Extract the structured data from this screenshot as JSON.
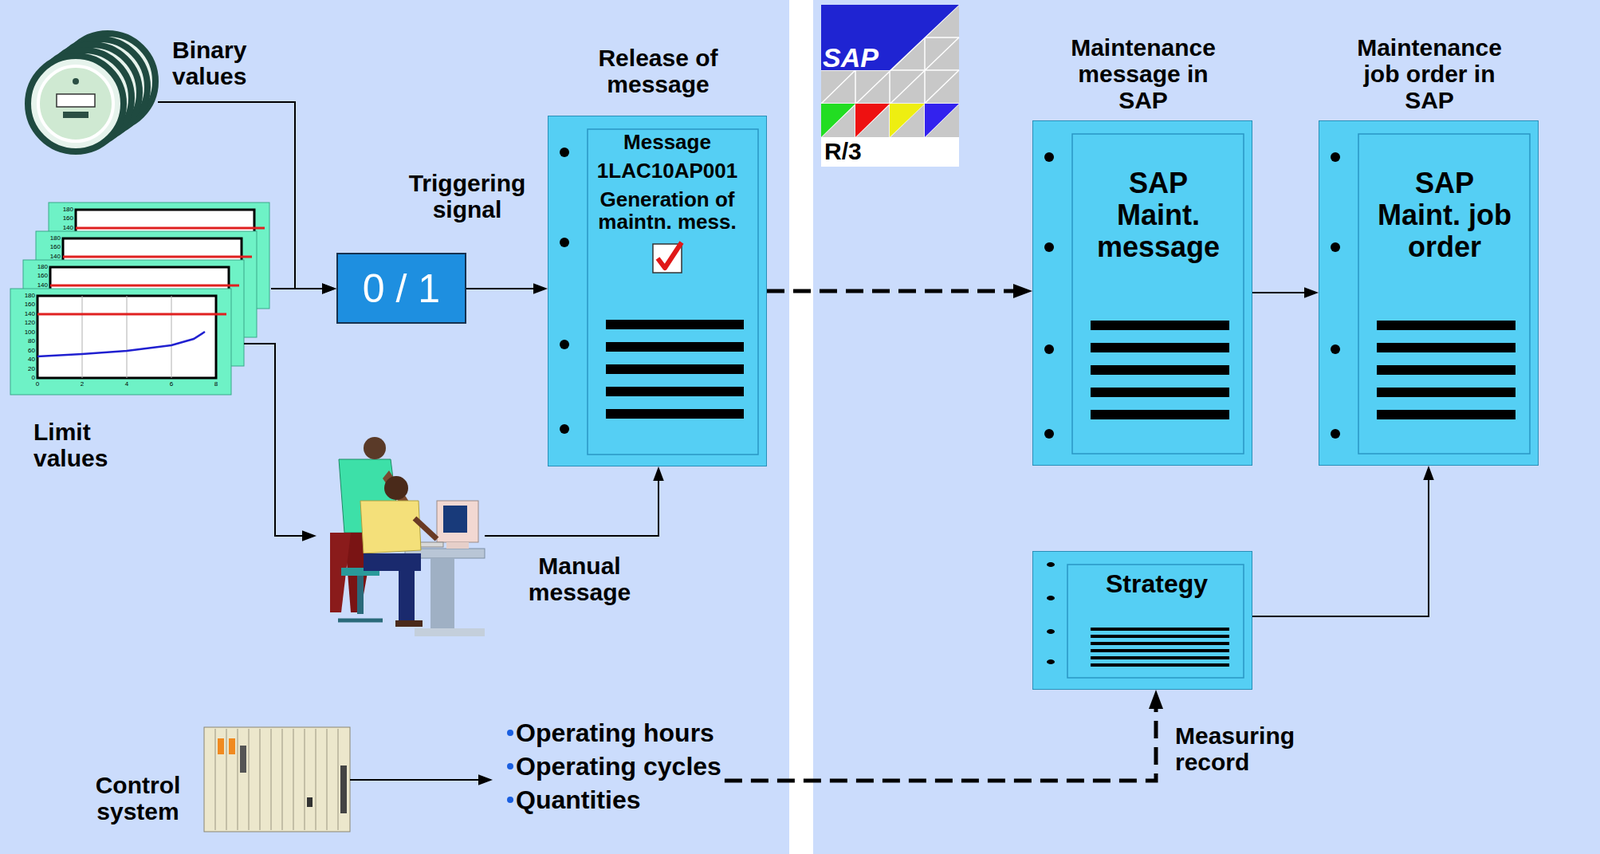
{
  "diagram": {
    "nodes": [
      {
        "text": [
          "Binary values"
        ]
      },
      {
        "text": [
          "Limit values"
        ]
      },
      {
        "text": [
          "Triggering signal",
          "0 / 1"
        ]
      },
      {
        "text": [
          "Release of message",
          "Message",
          "1LAC10AP001",
          "Generation of maintn. mess."
        ]
      },
      {
        "text": [
          "Manual message"
        ]
      },
      {
        "text": [
          "Maintenance message in SAP",
          "SAP Maint. message"
        ]
      },
      {
        "text": [
          "Maintenance job order in SAP",
          "SAP Maint. job order"
        ]
      },
      {
        "text": [
          "Strategy"
        ]
      },
      {
        "text": [
          "Control system"
        ]
      },
      {
        "text": [
          "Operating hours",
          "Operating cycles",
          "Quantities"
        ]
      }
    ],
    "edges": [
      {
        "from": 0,
        "to": 2,
        "arrow": "to"
      },
      {
        "from": 1,
        "to": 2,
        "arrow": "to"
      },
      {
        "from": 1,
        "to": 4,
        "arrow": "to"
      },
      {
        "from": 2,
        "to": 3,
        "arrow": "to"
      },
      {
        "from": 4,
        "to": 3,
        "arrow": "to"
      },
      {
        "from": 3,
        "to": 5,
        "arrow": "to"
      },
      {
        "from": 5,
        "to": 6,
        "arrow": "to"
      },
      {
        "from": 7,
        "to": 6,
        "arrow": "to"
      },
      {
        "from": 8,
        "to": 9,
        "arrow": "to"
      },
      {
        "from": 9,
        "to": 7,
        "label": "Measuring record",
        "arrow": "to"
      }
    ],
    "labels": [
      "SAP",
      "R/3",
      "180",
      "160",
      "140",
      "120",
      "100",
      "80",
      "60",
      "40",
      "20",
      "0",
      "0",
      "2",
      "4",
      "6",
      "8",
      "180",
      "160",
      "140",
      "180",
      "160",
      "140",
      "180",
      "160",
      "140"
    ]
  }
}
